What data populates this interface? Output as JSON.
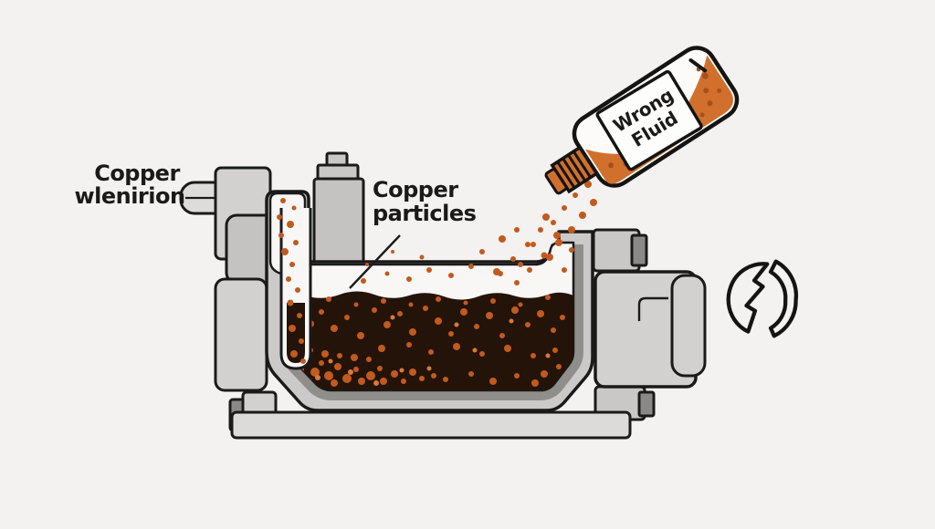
{
  "illustration": {
    "title_hint": "wrong fluid contaminating transmission pan with copper particles"
  },
  "labels": {
    "copper_retention": {
      "line1": "Copper",
      "line2": "wlenirion"
    },
    "copper_particles": {
      "line1": "Copper",
      "line2": "particles"
    }
  },
  "bottle": {
    "label_line1": "Wrong",
    "label_line2": "Fluid"
  },
  "colors": {
    "background": "#f3f2f0",
    "body_gray": "#d2d1cf",
    "pan_gray": "#cbcac8",
    "band_gray": "#8f8e8b",
    "dark_gray": "#8a8987",
    "interior_white": "#f8f7f5",
    "fluid_dark": "#241309",
    "particle_orange": "#c25a1f",
    "particle_bright": "#d97a35",
    "bottle_fluid_orange": "#d0702c",
    "outline_black": "#1a1a1a"
  },
  "particles": {
    "fluid": {
      "color": "#c25a1f",
      "points": [
        [
          334,
          395,
          4
        ],
        [
          345,
          408,
          5
        ],
        [
          338,
          418,
          4
        ],
        [
          352,
          398,
          3
        ],
        [
          360,
          412,
          5
        ],
        [
          370,
          402,
          4
        ],
        [
          366,
          420,
          4
        ],
        [
          380,
          415,
          5
        ],
        [
          390,
          405,
          3
        ],
        [
          396,
          418,
          4
        ],
        [
          406,
          412,
          5
        ],
        [
          416,
          404,
          3
        ],
        [
          420,
          418,
          4
        ],
        [
          432,
          410,
          4
        ],
        [
          442,
          418,
          3
        ],
        [
          452,
          408,
          4
        ],
        [
          462,
          415,
          3
        ],
        [
          340,
          384,
          3
        ],
        [
          356,
          388,
          4
        ],
        [
          372,
          390,
          3
        ],
        [
          388,
          392,
          4
        ],
        [
          404,
          394,
          3
        ],
        [
          330,
          405,
          3
        ],
        [
          475,
          412,
          3
        ],
        [
          488,
          416,
          3
        ],
        [
          326,
          340,
          3
        ],
        [
          340,
          355,
          4
        ],
        [
          334,
          370,
          3
        ],
        [
          352,
          342,
          3
        ],
        [
          366,
          360,
          4
        ],
        [
          380,
          348,
          3
        ],
        [
          395,
          368,
          4
        ],
        [
          410,
          340,
          3
        ],
        [
          424,
          356,
          4
        ],
        [
          438,
          344,
          3
        ],
        [
          452,
          364,
          4
        ],
        [
          466,
          338,
          3
        ],
        [
          480,
          352,
          4
        ],
        [
          494,
          366,
          3
        ],
        [
          508,
          342,
          4
        ],
        [
          522,
          358,
          3
        ],
        [
          536,
          346,
          4
        ],
        [
          550,
          368,
          3
        ],
        [
          564,
          340,
          4
        ],
        [
          578,
          356,
          3
        ],
        [
          592,
          344,
          4
        ],
        [
          606,
          362,
          3
        ],
        [
          616,
          348,
          3
        ],
        [
          472,
          386,
          3
        ],
        [
          500,
          380,
          4
        ],
        [
          528,
          388,
          3
        ],
        [
          556,
          382,
          4
        ],
        [
          584,
          390,
          3
        ],
        [
          608,
          384,
          3
        ],
        [
          448,
          378,
          3
        ],
        [
          418,
          382,
          4
        ],
        [
          360,
          328,
          3
        ],
        [
          420,
          330,
          3
        ],
        [
          480,
          328,
          3
        ],
        [
          540,
          330,
          3
        ],
        [
          600,
          326,
          3
        ],
        [
          390,
          334,
          2.5
        ],
        [
          450,
          334,
          2.5
        ],
        [
          510,
          332,
          2.5
        ],
        [
          570,
          334,
          2.5
        ],
        [
          596,
          410,
          4
        ],
        [
          612,
          402,
          3
        ],
        [
          622,
          416,
          3
        ],
        [
          586,
          420,
          4
        ],
        [
          566,
          412,
          3
        ],
        [
          540,
          418,
          4
        ],
        [
          516,
          410,
          3
        ]
      ]
    },
    "fluid_bright": {
      "color": "#d97a35",
      "points": [
        [
          348,
          414,
          3
        ],
        [
          384,
          408,
          3
        ],
        [
          412,
          420,
          3
        ],
        [
          440,
          406,
          2.5
        ],
        [
          362,
          396,
          2.5
        ],
        [
          470,
          404,
          2.5
        ],
        [
          520,
          384,
          2.5
        ],
        [
          560,
          352,
          2.5
        ],
        [
          600,
          390,
          2.5
        ],
        [
          430,
          348,
          2.5
        ],
        [
          500,
          356,
          2.5
        ]
      ]
    },
    "falling": {
      "color": "#c25a1f",
      "points": [
        [
          598,
          238,
          4
        ],
        [
          566,
          252,
          3
        ],
        [
          610,
          258,
          4
        ],
        [
          584,
          268,
          3
        ],
        [
          550,
          262,
          4
        ],
        [
          528,
          276,
          3
        ],
        [
          602,
          282,
          4
        ],
        [
          570,
          290,
          3
        ],
        [
          544,
          298,
          4
        ],
        [
          516,
          292,
          3
        ],
        [
          494,
          302,
          3
        ],
        [
          470,
          296,
          3
        ],
        [
          448,
          306,
          3
        ],
        [
          424,
          300,
          2.5
        ],
        [
          398,
          308,
          3
        ],
        [
          618,
          296,
          3
        ],
        [
          626,
          274,
          3
        ],
        [
          462,
          282,
          2.5
        ],
        [
          430,
          276,
          2
        ],
        [
          402,
          290,
          2
        ]
      ]
    },
    "stream": {
      "color": "#c25a1f",
      "points": [
        [
          644,
          202,
          4
        ],
        [
          630,
          214,
          3
        ],
        [
          650,
          222,
          4
        ],
        [
          618,
          228,
          3
        ],
        [
          638,
          236,
          4
        ],
        [
          606,
          244,
          3
        ],
        [
          626,
          252,
          4
        ],
        [
          592,
          252,
          3
        ],
        [
          612,
          266,
          4
        ],
        [
          578,
          268,
          3
        ],
        [
          596,
          280,
          3.5
        ],
        [
          562,
          284,
          3
        ],
        [
          580,
          296,
          3
        ],
        [
          548,
          300,
          3
        ],
        [
          566,
          310,
          3
        ]
      ]
    },
    "tube": {
      "color": "#c25a1f",
      "points": [
        [
          310,
          220,
          3
        ],
        [
          322,
          228,
          2.5
        ],
        [
          306,
          238,
          3
        ],
        [
          318,
          246,
          4
        ],
        [
          308,
          258,
          3
        ],
        [
          324,
          266,
          3
        ],
        [
          312,
          276,
          4
        ],
        [
          320,
          290,
          3
        ],
        [
          316,
          306,
          3
        ],
        [
          326,
          318,
          3
        ],
        [
          318,
          332,
          3.5
        ],
        [
          328,
          346,
          3
        ],
        [
          320,
          360,
          4
        ],
        [
          330,
          374,
          3
        ],
        [
          322,
          388,
          4
        ],
        [
          332,
          396,
          3
        ]
      ]
    },
    "bottle_fluid": {
      "color": "#a8501c",
      "points": [
        [
          -70,
          18,
          3
        ],
        [
          -56,
          26,
          2.5
        ],
        [
          -44,
          32,
          3
        ],
        [
          62,
          6,
          3
        ],
        [
          70,
          -8,
          3.5
        ],
        [
          58,
          20,
          3
        ],
        [
          44,
          26,
          2.5
        ],
        [
          74,
          14,
          2.5
        ],
        [
          30,
          32,
          2.5
        ],
        [
          68,
          -18,
          2.5
        ]
      ]
    }
  }
}
